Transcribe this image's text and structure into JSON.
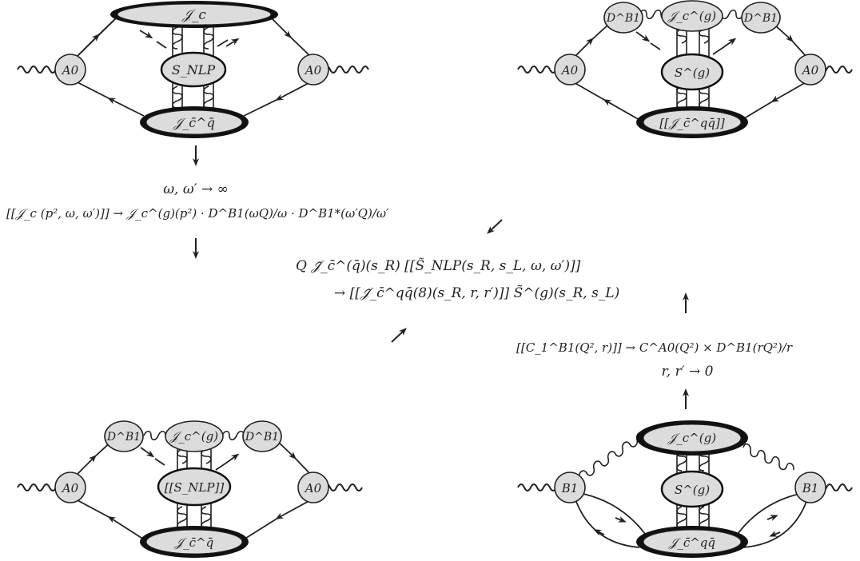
{
  "diagrams": {
    "top_left": {
      "jet_top": "𝒥_c",
      "soft": "S_NLP",
      "jet_bottom": "𝒥_c̄^q̄",
      "vertex_left": "A0",
      "vertex_right": "A0"
    },
    "top_right": {
      "jet_top": "𝒥_c^(g)",
      "soft": "S^(g)",
      "jet_bottom": "[[𝒥_c̄^qq̄]]",
      "vertex_left": "A0",
      "vertex_right": "A0",
      "blob_left": "D^B1",
      "blob_right": "D^B1"
    },
    "bottom_left": {
      "jet_top": "𝒥_c^(g)",
      "soft": "[[S_NLP]]",
      "jet_bottom": "𝒥_c̄^q̄",
      "vertex_left": "A0",
      "vertex_right": "A0",
      "blob_left": "D^B1",
      "blob_right": "D^B1"
    },
    "bottom_right": {
      "jet_top": "𝒥_c^(g)",
      "soft": "S^(g)",
      "jet_bottom": "𝒥_c̄^qq̄",
      "vertex_left": "B1",
      "vertex_right": "B1"
    }
  },
  "equations": {
    "left_limit": "ω, ω′ → ∞",
    "left_jet": "[[𝒥_c (p², ω, ω′)]] → 𝒥_c^(g)(p²) · D^B1(ωQ)/ω · D^B1*(ω′Q)/ω′",
    "center_line1": "Q 𝒥̃_c̄^(q̄)(s_R) [[S̃_NLP(s_R, s_L, ω, ω′)]]",
    "center_line2": "→ [[𝒥̃_c̄^qq̄(8)(s_R, r, r′)]] S̃^(g)(s_R, s_L)",
    "right_coef": "[[C_1^B1(Q², r)]] → C^A0(Q²) × D^B1(rQ²)/r",
    "right_limit": "r, r′ → 0"
  },
  "colors": {
    "blob_fill": "#dcdcdc",
    "line": "#222222"
  }
}
